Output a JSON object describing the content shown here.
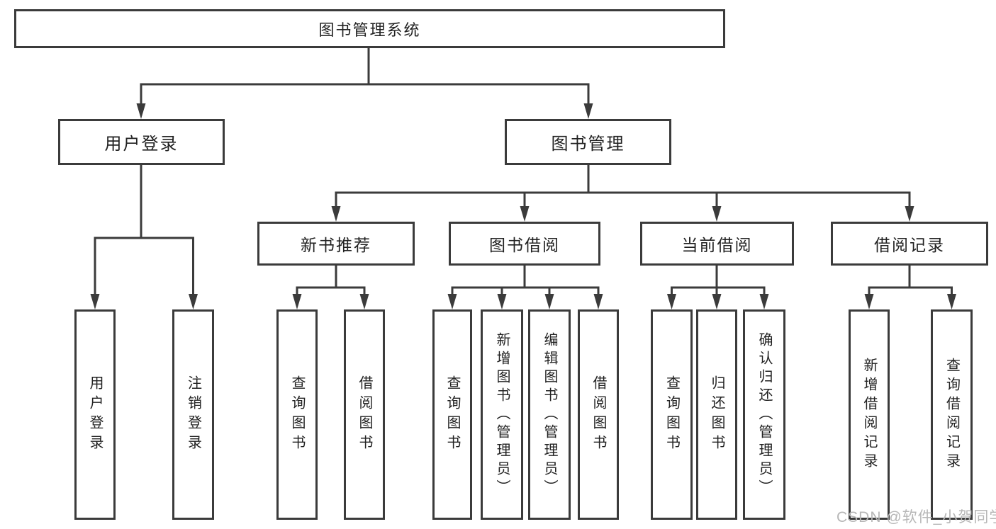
{
  "diagram": {
    "title_node": "图书管理系统",
    "root": {
      "label": "图书管理系统"
    },
    "branches": [
      {
        "label": "用户登录",
        "children": [
          {
            "label": "用户登录"
          },
          {
            "label": "注销登录"
          }
        ]
      },
      {
        "label": "图书管理",
        "children": [
          {
            "label": "新书推荐",
            "children": [
              {
                "label": "查询图书"
              },
              {
                "label": "借阅图书"
              }
            ]
          },
          {
            "label": "图书借阅",
            "children": [
              {
                "label": "查询图书"
              },
              {
                "label": "新增图书（管理员）"
              },
              {
                "label": "编辑图书（管理员）"
              },
              {
                "label": "借阅图书"
              }
            ]
          },
          {
            "label": "当前借阅",
            "children": [
              {
                "label": "查询图书"
              },
              {
                "label": "归还图书"
              },
              {
                "label": "确认归还（管理员）"
              }
            ]
          },
          {
            "label": "借阅记录",
            "children": [
              {
                "label": "新增借阅记录"
              },
              {
                "label": "查询借阅记录"
              }
            ]
          }
        ]
      }
    ],
    "watermark": "CSDN @软件_小贺同学",
    "colors": {
      "line": "#3b3b3b",
      "text": "#222222",
      "watermark": "#b7b7b7",
      "background": "#ffffff"
    }
  }
}
